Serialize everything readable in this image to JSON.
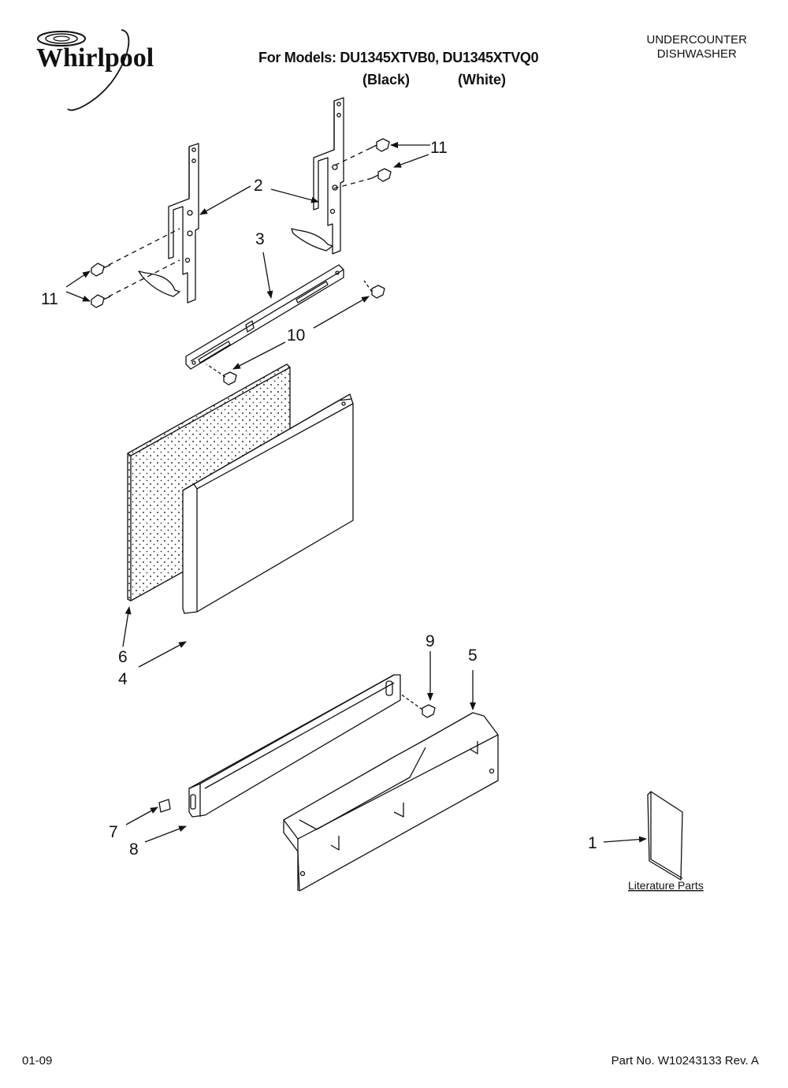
{
  "brand": "Whirlpool",
  "header": {
    "models_line": "For Models: DU1345XTVB0, DU1345XTVQ0",
    "color_1": "(Black)",
    "color_2": "(White)",
    "product_type_line1": "UNDERCOUNTER",
    "product_type_line2": "DISHWASHER"
  },
  "callouts": {
    "c1": "1",
    "c2": "2",
    "c3": "3",
    "c4": "4",
    "c5": "5",
    "c6": "6",
    "c7": "7",
    "c8": "8",
    "c9": "9",
    "c10": "10",
    "c11": "11"
  },
  "literature_label": "Literature Parts",
  "footer": {
    "date": "01-09",
    "part_number": "Part No. W10243133 Rev. A"
  }
}
